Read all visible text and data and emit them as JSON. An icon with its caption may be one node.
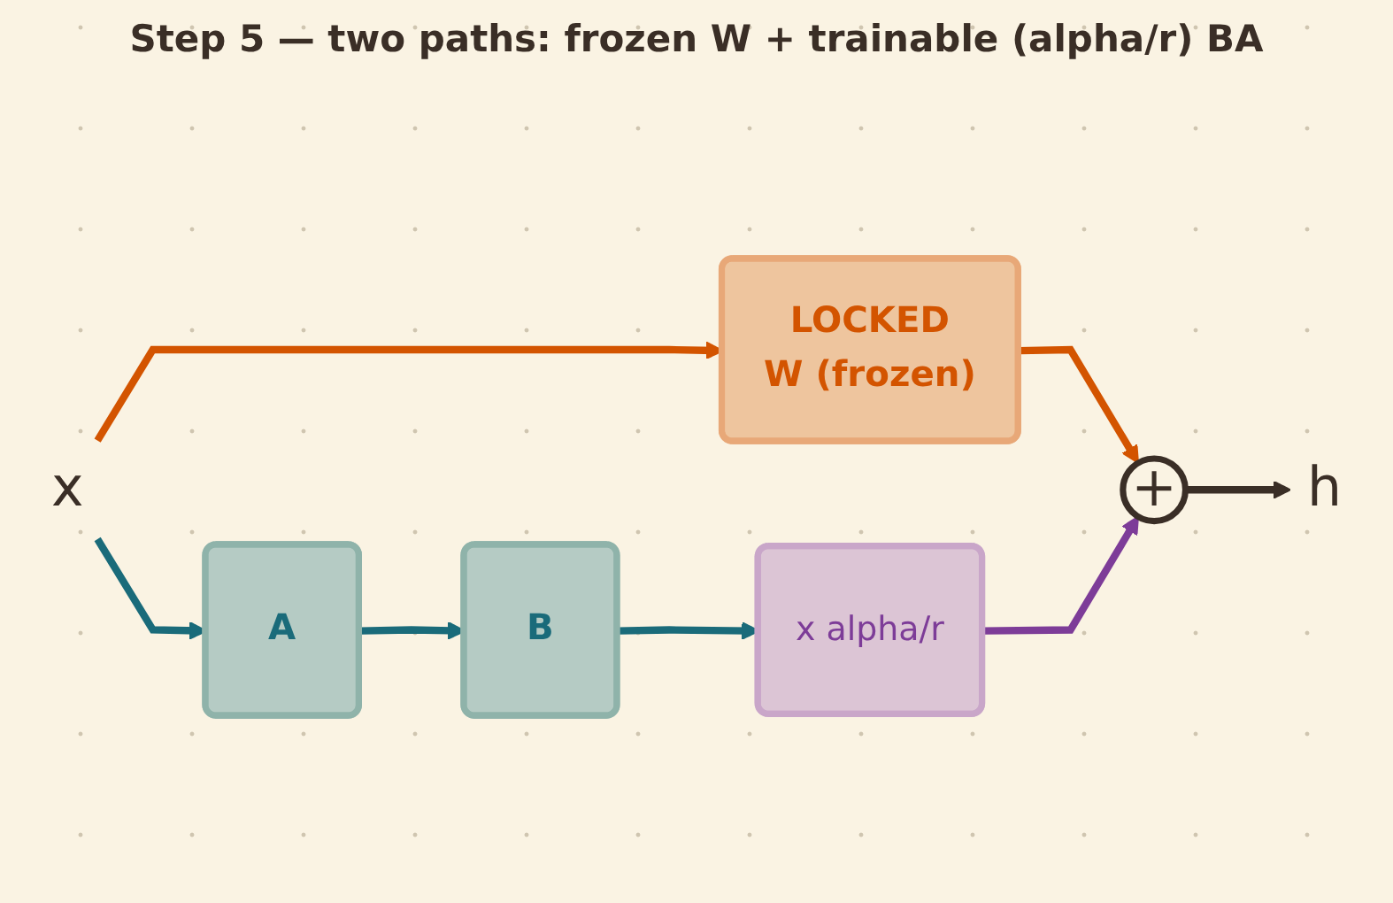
{
  "diagram": {
    "title": "Step 5 — two paths: frozen W + trainable (alpha/r) BA",
    "nodes": [
      {
        "text": [
          "x"
        ]
      },
      {
        "text": [
          "LOCKED",
          "W (frozen)"
        ]
      },
      {
        "text": [
          "A"
        ]
      },
      {
        "text": [
          "B"
        ]
      },
      {
        "text": [
          "x alpha/r"
        ]
      },
      {
        "text": [
          "+"
        ]
      },
      {
        "text": [
          "h"
        ]
      }
    ],
    "edges": [
      {
        "from": 0,
        "to": 1,
        "arrow": "to",
        "color": "#d35400"
      },
      {
        "from": 1,
        "to": 5,
        "arrow": "to",
        "color": "#d35400"
      },
      {
        "from": 0,
        "to": 2,
        "arrow": "to"
      },
      {
        "from": 2,
        "to": 3,
        "arrow": "to"
      },
      {
        "from": 3,
        "to": 4,
        "arrow": "to"
      },
      {
        "from": 4,
        "to": 5,
        "arrow": "to",
        "color": "#7d3c98"
      },
      {
        "from": 5,
        "to": 6,
        "arrow": "to",
        "color": "#3a2e26"
      }
    ]
  }
}
